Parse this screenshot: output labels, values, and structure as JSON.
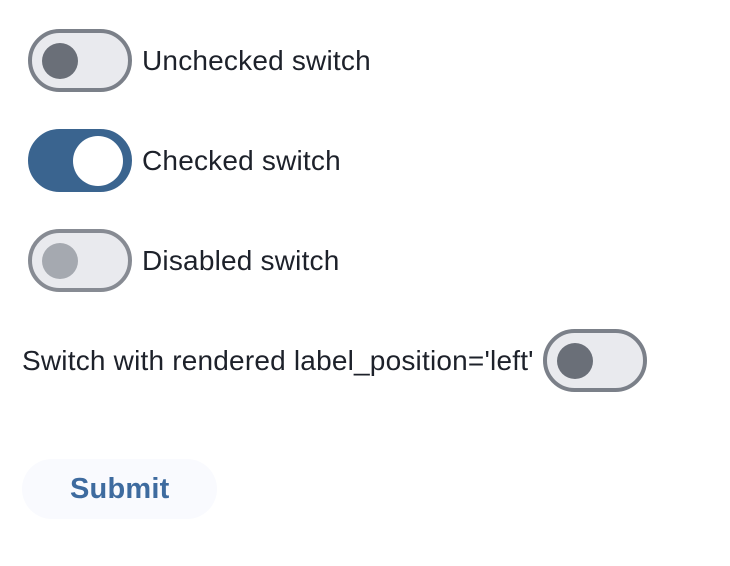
{
  "page": {
    "background": "#ffffff"
  },
  "switch_rows": [
    {
      "label": "Unchecked switch",
      "state": "unchecked",
      "checked": false,
      "disabled": false,
      "label_position": "right"
    },
    {
      "label": "Checked switch",
      "state": "checked",
      "checked": true,
      "disabled": false,
      "label_position": "right"
    },
    {
      "label": "Disabled switch",
      "state": "disabled",
      "checked": false,
      "disabled": true,
      "label_position": "right"
    },
    {
      "label": "Switch with rendered label_position='left'",
      "state": "unchecked",
      "checked": false,
      "disabled": false,
      "label_position": "left"
    }
  ],
  "submit_button": {
    "label": "Submit"
  },
  "colors": {
    "checked_track": "#3a648f",
    "unchecked_track": "#e9eaee",
    "track_border": "#7b8089",
    "unchecked_thumb": "#6a6f78",
    "disabled_thumb": "#a5a9b0",
    "checked_thumb": "#ffffff",
    "label_text": "#1d212a",
    "submit_text": "#3e6b9f",
    "submit_background": "#f9fafe"
  }
}
